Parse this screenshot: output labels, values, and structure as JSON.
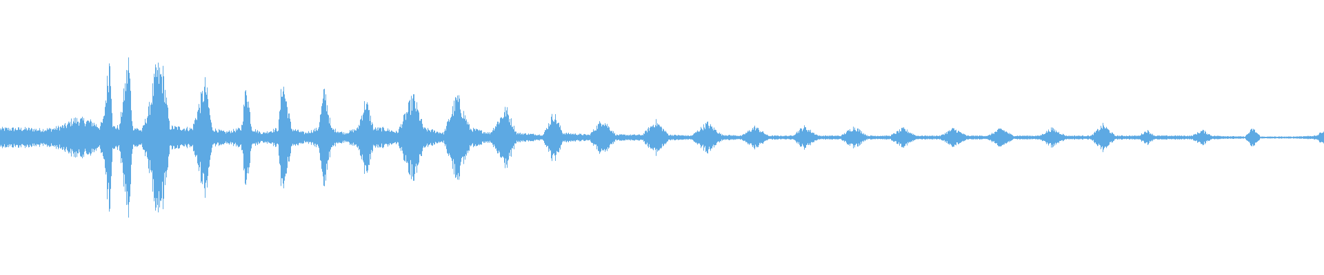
{
  "waveform": {
    "color": "#5DA9E3",
    "background": "#FFFFFF",
    "peaks": [
      [
        0.0,
        0.1
      ],
      [
        0.01,
        0.1
      ],
      [
        0.02,
        0.1
      ],
      [
        0.03,
        0.09
      ],
      [
        0.04,
        0.1
      ],
      [
        0.05,
        0.14
      ],
      [
        0.055,
        0.2
      ],
      [
        0.06,
        0.2
      ],
      [
        0.065,
        0.19
      ],
      [
        0.07,
        0.17
      ],
      [
        0.075,
        0.12
      ],
      [
        0.078,
        0.2
      ],
      [
        0.083,
        0.95
      ],
      [
        0.085,
        0.12
      ],
      [
        0.09,
        0.12
      ],
      [
        0.097,
        0.87
      ],
      [
        0.1,
        0.12
      ],
      [
        0.107,
        0.08
      ],
      [
        0.112,
        0.3
      ],
      [
        0.118,
        0.75
      ],
      [
        0.123,
        0.7
      ],
      [
        0.128,
        0.12
      ],
      [
        0.145,
        0.1
      ],
      [
        0.155,
        0.6
      ],
      [
        0.16,
        0.1
      ],
      [
        0.17,
        0.06
      ],
      [
        0.182,
        0.1
      ],
      [
        0.186,
        0.6
      ],
      [
        0.19,
        0.1
      ],
      [
        0.198,
        0.05
      ],
      [
        0.21,
        0.1
      ],
      [
        0.213,
        0.65
      ],
      [
        0.22,
        0.1
      ],
      [
        0.23,
        0.05
      ],
      [
        0.24,
        0.1
      ],
      [
        0.245,
        0.53
      ],
      [
        0.25,
        0.1
      ],
      [
        0.26,
        0.05
      ],
      [
        0.27,
        0.1
      ],
      [
        0.276,
        0.42
      ],
      [
        0.282,
        0.1
      ],
      [
        0.29,
        0.1
      ],
      [
        0.3,
        0.06
      ],
      [
        0.312,
        0.45
      ],
      [
        0.32,
        0.1
      ],
      [
        0.335,
        0.05
      ],
      [
        0.345,
        0.45
      ],
      [
        0.355,
        0.1
      ],
      [
        0.37,
        0.05
      ],
      [
        0.382,
        0.32
      ],
      [
        0.39,
        0.05
      ],
      [
        0.41,
        0.03
      ],
      [
        0.418,
        0.27
      ],
      [
        0.425,
        0.05
      ],
      [
        0.445,
        0.03
      ],
      [
        0.455,
        0.2
      ],
      [
        0.465,
        0.03
      ],
      [
        0.485,
        0.03
      ],
      [
        0.495,
        0.18
      ],
      [
        0.505,
        0.03
      ],
      [
        0.522,
        0.02
      ],
      [
        0.534,
        0.16
      ],
      [
        0.545,
        0.03
      ],
      [
        0.56,
        0.02
      ],
      [
        0.57,
        0.12
      ],
      [
        0.58,
        0.02
      ],
      [
        0.598,
        0.02
      ],
      [
        0.607,
        0.12
      ],
      [
        0.618,
        0.02
      ],
      [
        0.635,
        0.02
      ],
      [
        0.645,
        0.12
      ],
      [
        0.655,
        0.02
      ],
      [
        0.672,
        0.02
      ],
      [
        0.682,
        0.1
      ],
      [
        0.692,
        0.02
      ],
      [
        0.71,
        0.02
      ],
      [
        0.72,
        0.1
      ],
      [
        0.73,
        0.02
      ],
      [
        0.746,
        0.02
      ],
      [
        0.756,
        0.1
      ],
      [
        0.765,
        0.02
      ],
      [
        0.785,
        0.02
      ],
      [
        0.794,
        0.1
      ],
      [
        0.805,
        0.02
      ],
      [
        0.824,
        0.02
      ],
      [
        0.833,
        0.14
      ],
      [
        0.842,
        0.02
      ],
      [
        0.86,
        0.02
      ],
      [
        0.866,
        0.08
      ],
      [
        0.872,
        0.02
      ],
      [
        0.9,
        0.02
      ],
      [
        0.908,
        0.08
      ],
      [
        0.915,
        0.02
      ],
      [
        0.94,
        0.01
      ],
      [
        0.946,
        0.1
      ],
      [
        0.952,
        0.01
      ],
      [
        0.975,
        0.01
      ],
      [
        0.994,
        0.02
      ],
      [
        1.0,
        0.08
      ]
    ]
  }
}
